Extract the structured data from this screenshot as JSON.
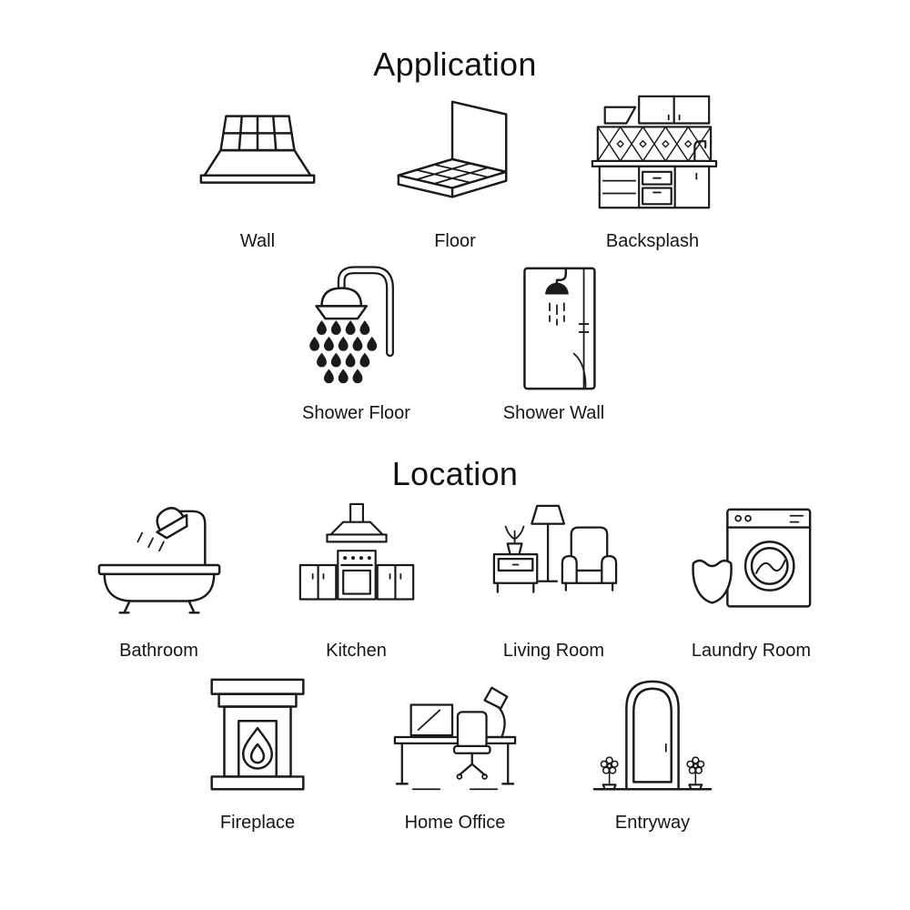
{
  "page": {
    "background": "#ffffff",
    "line_color": "#1a1a1a"
  },
  "application": {
    "title": "Application",
    "items": [
      {
        "label": "Wall",
        "icon": "wall-icon"
      },
      {
        "label": "Floor",
        "icon": "floor-icon"
      },
      {
        "label": "Backsplash",
        "icon": "backsplash-icon"
      },
      {
        "label": "Shower Floor",
        "icon": "shower-floor-icon"
      },
      {
        "label": "Shower Wall",
        "icon": "shower-wall-icon"
      }
    ]
  },
  "location": {
    "title": "Location",
    "items": [
      {
        "label": "Bathroom",
        "icon": "bathroom-icon"
      },
      {
        "label": "Kitchen",
        "icon": "kitchen-icon"
      },
      {
        "label": "Living Room",
        "icon": "living-room-icon"
      },
      {
        "label": "Laundry Room",
        "icon": "laundry-room-icon"
      },
      {
        "label": "Fireplace",
        "icon": "fireplace-icon"
      },
      {
        "label": "Home Office",
        "icon": "home-office-icon"
      },
      {
        "label": "Entryway",
        "icon": "entryway-icon"
      }
    ]
  }
}
